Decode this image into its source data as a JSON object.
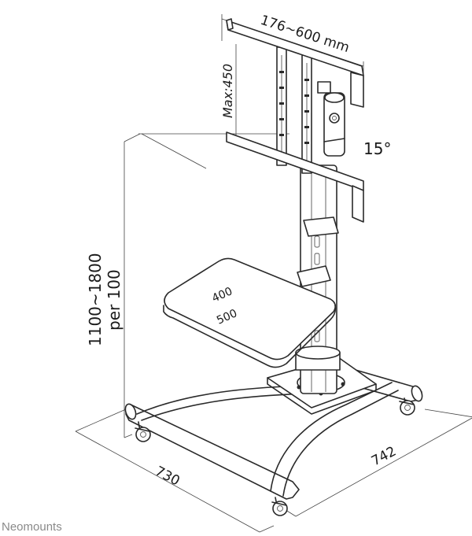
{
  "dimensions": {
    "vesa_width": "176~600 mm",
    "vesa_height": "Max:450",
    "tilt": "15°",
    "height_range": "1100~1800",
    "height_step": "per 100",
    "shelf_depth": "400",
    "shelf_width": "500",
    "base_depth": "730",
    "base_width": "742"
  },
  "brand": {
    "name": "Neomounts"
  }
}
